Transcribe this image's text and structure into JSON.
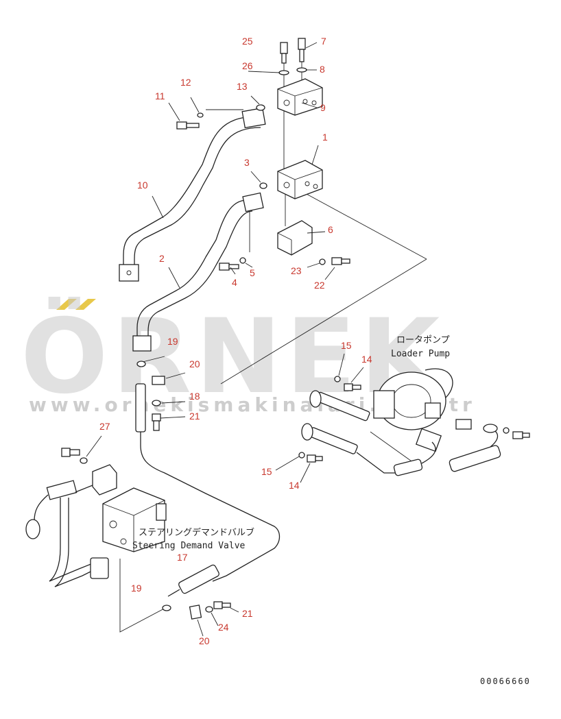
{
  "watermark": {
    "brand": "ÖRNEK",
    "url": "www.ornekismakinalari.com.tr",
    "accent": "#e8c84a"
  },
  "part_labels": [
    "25",
    "7",
    "26",
    "8",
    "13",
    "9",
    "11",
    "12",
    "1",
    "3",
    "10",
    "6",
    "2",
    "4",
    "5",
    "23",
    "22",
    "19",
    "20",
    "18",
    "21",
    "15",
    "14",
    "27",
    "15",
    "14",
    "17",
    "19",
    "21",
    "24",
    "20"
  ],
  "component_labels": {
    "loader_pump_jp": "ロータポンプ",
    "loader_pump_en": "Loader Pump",
    "steering_valve_jp": "ステアリングデマンドバルブ",
    "steering_valve_en": "Steering Demand Valve"
  },
  "drawing_code": "00066660",
  "colors": {
    "label": "#c8372d",
    "line": "#222222",
    "watermark": "#c9c9c9"
  }
}
